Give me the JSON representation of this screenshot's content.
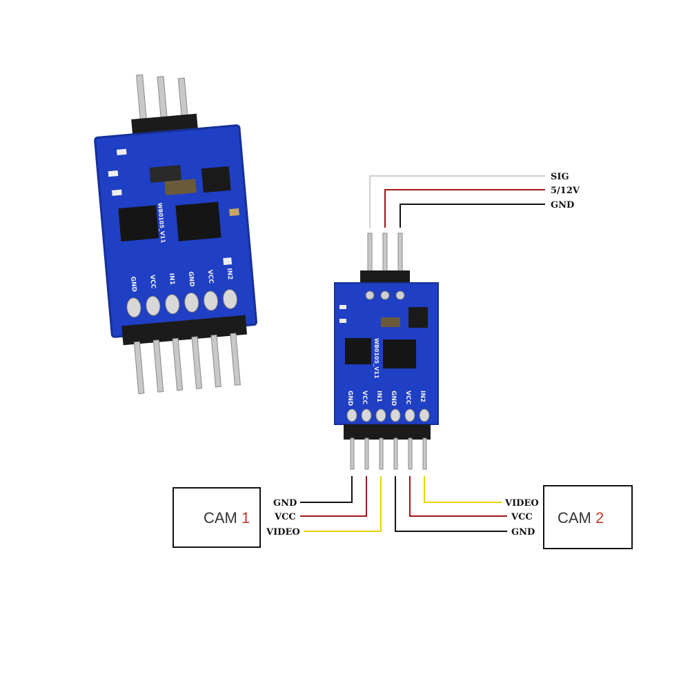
{
  "board_marking": "WB0105_V11",
  "pin_labels": [
    "GND",
    "VCC",
    "IN1",
    "GND",
    "VCC",
    "IN2"
  ],
  "control_wires": [
    "SIG",
    "5/12V",
    "GND"
  ],
  "cam1": {
    "name": "CAM",
    "number": "1",
    "wires": [
      "GND",
      "VCC",
      "VIDEO"
    ]
  },
  "cam2": {
    "name": "CAM",
    "number": "2",
    "wires": [
      "VIDEO",
      "VCC",
      "GND"
    ]
  },
  "colors": {
    "pcb": "#1f3fc4",
    "pcb_dark": "#16309a",
    "signal_wire": "#cfcfcf",
    "power_wire": "#a01515",
    "ground_wire": "#111111",
    "video_wire": "#e8d400",
    "cam_number": "#c0392b"
  }
}
